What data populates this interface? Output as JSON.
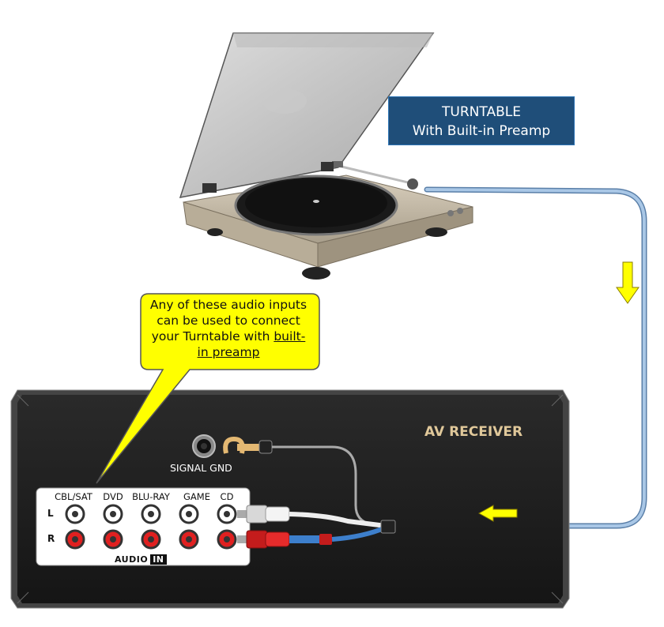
{
  "turntable_label": {
    "line1": "TURNTABLE",
    "line2": "With Built-in Preamp"
  },
  "callout": {
    "line1": "Any of these audio inputs",
    "line2": "can be used to connect",
    "line3_prefix": "your Turntable with ",
    "line3_underlined": "built-",
    "line4_underlined": "in preamp"
  },
  "receiver": {
    "title": "AV RECEIVER",
    "signal_gnd": "SIGNAL GND",
    "inputs": [
      "CBL/SAT",
      "DVD",
      "BLU-RAY",
      "GAME",
      "CD"
    ],
    "rows": [
      "L",
      "R"
    ],
    "panel_label": "AUDIO",
    "panel_badge": "IN"
  },
  "colors": {
    "label_bg": "#1f4e79",
    "callout_bg": "#ffff00",
    "receiver_body": "#1e1e1e",
    "receiver_title": "#e0c89a",
    "cable_blue": "#7fa7cf",
    "arrow_yellow": "#ffff00"
  }
}
